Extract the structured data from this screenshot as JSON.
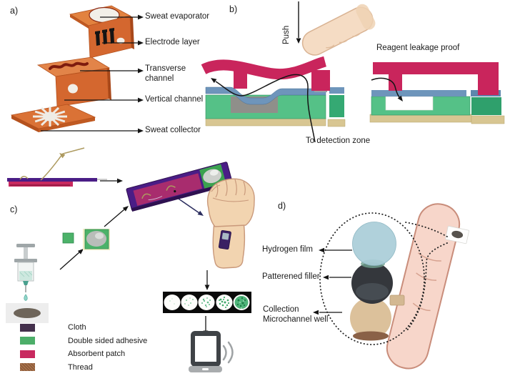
{
  "figure_type": "wearable sweat sensor schematic",
  "palette": {
    "orange_top": "#E2823F",
    "orange_face": "#D4672F",
    "orange_step": "#E28449",
    "orange_edge": "#B5511D",
    "cutout_white": "#F2EFE8",
    "crimson": "#C9255C",
    "blue_layer": "#6E95BB",
    "green_layer": "#55C187",
    "green_dark": "#2FA06C",
    "tan_base": "#D8C692",
    "gray_well": "#8F8F8A",
    "skin": "#F5DCC4",
    "skin_outline": "#C9997B",
    "skin_pink": "#F7D6CA",
    "skin_pink_outline": "#C98D7B",
    "purple_device": "#4A1D86",
    "magenta_inner": "#A82C6E",
    "green_pad": "#3BA14F",
    "silver": "#CDD0CC",
    "thread_tan": "#AD9A5F",
    "assay_green": "#3FA96A",
    "phone_gray": "#3F4347",
    "d_blue": "#A9CDD8",
    "d_dark": "#34373C",
    "d_tan": "#DCC19B",
    "d_tan_dark": "#8A6147",
    "arrow_black": "#151515"
  },
  "panel_a": {
    "label": "a)",
    "callouts": [
      {
        "text": "Sweat evaporator"
      },
      {
        "text": "Electrode layer"
      },
      {
        "text": "Transverse channel"
      },
      {
        "text": "Vertical channel"
      },
      {
        "text": "Sweat collector"
      }
    ]
  },
  "panel_b": {
    "label": "b)",
    "push": "Push",
    "leakage": "Reagent leakage proof",
    "detection": "To detection zone"
  },
  "panel_c": {
    "label": "c)",
    "legend": [
      {
        "name": "Cloth",
        "color": "#44304C"
      },
      {
        "name": "Double sided adhesive",
        "color": "#4CAE69"
      },
      {
        "name": "Absorbent patch",
        "color": "#C8295F"
      },
      {
        "name": "Thread",
        "color": "#A7714B"
      }
    ]
  },
  "panel_d": {
    "label": "d)",
    "callouts": [
      {
        "text": "Hydrogen film"
      },
      {
        "text": "Patterened filler"
      },
      {
        "text": "Collection Microchannel well"
      }
    ]
  }
}
